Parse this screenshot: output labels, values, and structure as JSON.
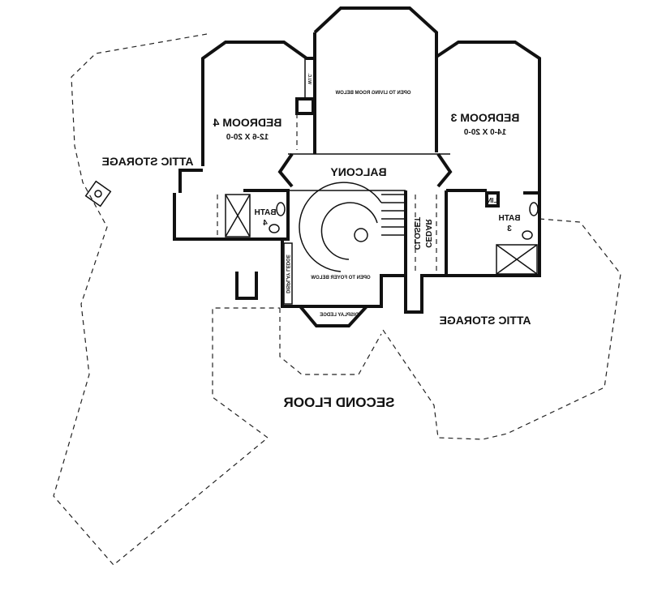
{
  "plan": {
    "title": "SECOND FLOOR",
    "rooms": {
      "bedroom4": {
        "name": "BEDROOM 4",
        "size": "12-6 X 20-0"
      },
      "bedroom3": {
        "name": "BEDROOM 3",
        "size": "14-0 X 20-0"
      },
      "living_open": "OPEN TO LIVING ROOM BELOW",
      "balcony": "BALCONY",
      "attic_left": "ATTIC STORAGE",
      "attic_right": "ATTIC STORAGE",
      "bath4": {
        "name": "BATH",
        "num": "4"
      },
      "bath3": {
        "name": "BATH",
        "num": "3"
      },
      "lin": "LIN",
      "cedar": "CEDAR",
      "closet": "CLOSET",
      "foyer_open": "OPEN TO FOYER BELOW",
      "display_ledge_bottom": "DISPLAY LEDGE",
      "display_ledge_side": "DISPLAY LEDGE",
      "wic": "W.I.C."
    }
  }
}
